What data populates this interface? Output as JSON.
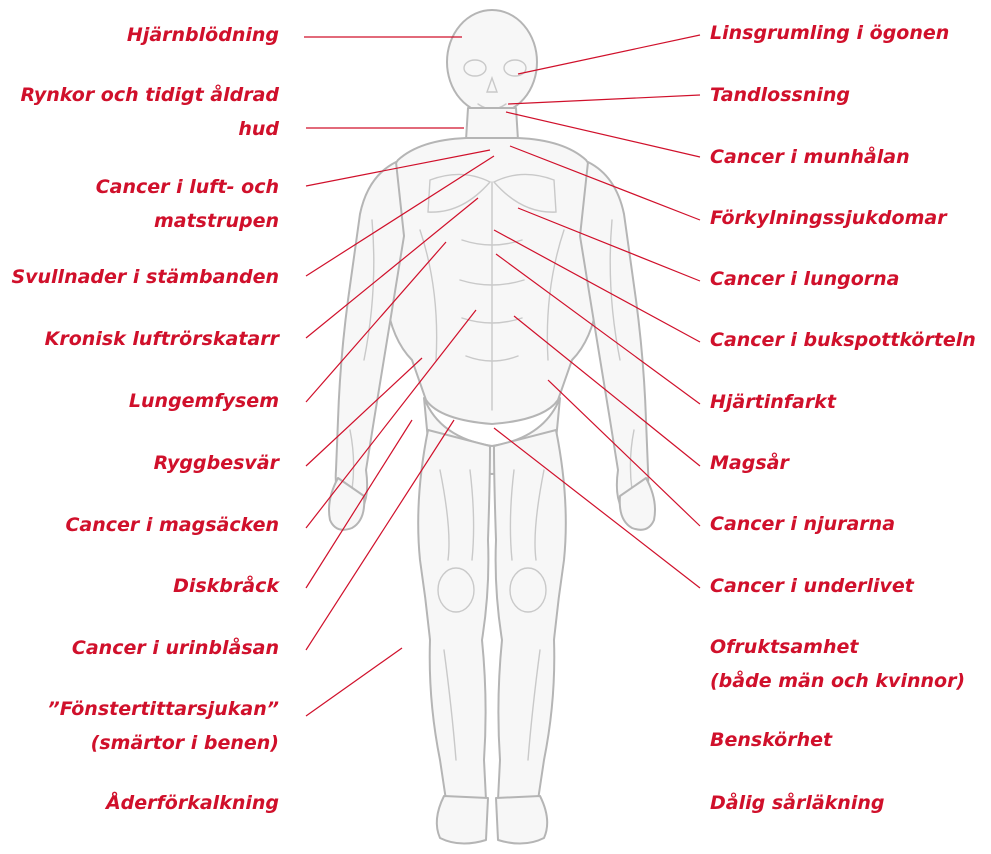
{
  "diagram": {
    "left_labels": [
      {
        "id": "hjarnblodning",
        "text": "Hjärnblödning"
      },
      {
        "id": "rynkor",
        "text": "Rynkor och tidigt åldrad\nhud"
      },
      {
        "id": "cancer-luftstrupen",
        "text": "Cancer i luft- och\nmatstrupen"
      },
      {
        "id": "svullnader",
        "text": "Svullnader i stämbanden"
      },
      {
        "id": "luftrorskatarr",
        "text": "Kronisk luftrörskatarr"
      },
      {
        "id": "lungemfysem",
        "text": "Lungemfysem"
      },
      {
        "id": "ryggbesvar",
        "text": "Ryggbesvär"
      },
      {
        "id": "cancer-magsacken",
        "text": "Cancer i magsäcken"
      },
      {
        "id": "diskbrack",
        "text": "Diskbråck"
      },
      {
        "id": "cancer-urinblasan",
        "text": "Cancer i urinblåsan"
      },
      {
        "id": "fonstertittarsjukan",
        "text": "”Fönstertittarsjukan”\n(smärtor i benen)"
      },
      {
        "id": "aderforkalkning",
        "text": "Åderförkalkning"
      }
    ],
    "right_labels": [
      {
        "id": "linsgrumling",
        "text": "Linsgrumling i ögonen"
      },
      {
        "id": "tandlossning",
        "text": "Tandlossning"
      },
      {
        "id": "cancer-munhalan",
        "text": "Cancer i munhålan"
      },
      {
        "id": "forkylning",
        "text": "Förkylningssjukdomar"
      },
      {
        "id": "cancer-lungorna",
        "text": "Cancer i lungorna"
      },
      {
        "id": "cancer-bukspott",
        "text": "Cancer i bukspottkörteln"
      },
      {
        "id": "hjartinfarkt",
        "text": "Hjärtinfarkt"
      },
      {
        "id": "magsar",
        "text": "Magsår"
      },
      {
        "id": "cancer-njurarna",
        "text": "Cancer i njurarna"
      },
      {
        "id": "cancer-underlivet",
        "text": "Cancer i underlivet"
      },
      {
        "id": "ofruktsamhet",
        "text": "Ofruktsamhet\n(både män och kvinnor)"
      },
      {
        "id": "benskorhet",
        "text": "Benskörhet"
      },
      {
        "id": "dalig-sarlakning",
        "text": "Dålig sårläkning"
      }
    ]
  },
  "colors": {
    "label": "#d0102b",
    "leader_line": "#d0102b",
    "figure_outline": "#b9b9b9"
  },
  "figure": {
    "icon": "human-anatomy-figure"
  }
}
